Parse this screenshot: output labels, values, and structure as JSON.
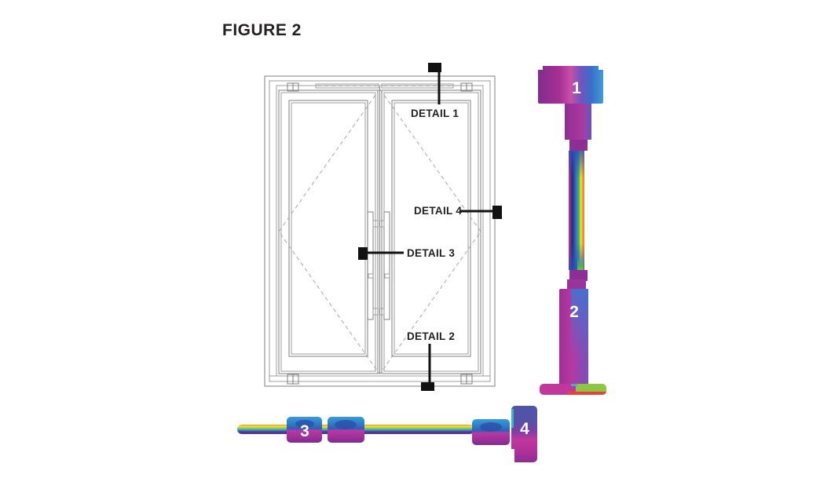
{
  "figure": {
    "title": "FIGURE 2"
  },
  "door_elevation": {
    "description": "Double glazed entrance door elevation with detail callouts",
    "callouts": [
      {
        "id": "detail-1",
        "label": "DETAIL 1",
        "location": "head / top frame"
      },
      {
        "id": "detail-2",
        "label": "DETAIL 2",
        "location": "sill / threshold"
      },
      {
        "id": "detail-3",
        "label": "DETAIL 3",
        "location": "meeting stiles"
      },
      {
        "id": "detail-4",
        "label": "DETAIL 4",
        "location": "side jamb"
      }
    ]
  },
  "thermal_sections": {
    "vertical_section": {
      "description": "Thermal simulation of vertical door section (head to sill)",
      "labels": [
        {
          "id": "section-1",
          "label": "1"
        },
        {
          "id": "section-2",
          "label": "2"
        }
      ]
    },
    "horizontal_section": {
      "description": "Thermal simulation of horizontal door section (meeting stiles to jamb)",
      "labels": [
        {
          "id": "section-3",
          "label": "3"
        },
        {
          "id": "section-4",
          "label": "4"
        }
      ]
    }
  },
  "palette": {
    "magenta": "#c2379b",
    "purple": "#8c2f95",
    "dark_purple": "#6b2d8b",
    "indigo": "#4f55a8",
    "blue": "#2f86ce",
    "light_blue": "#3f9bd8",
    "navy": "#2b4fa8",
    "cyan": "#3ab4c8",
    "green": "#8dc63f",
    "yellow": "#f2e23c",
    "orange": "#f59a2b",
    "red": "#e8403a",
    "line_gray": "#8a8a8a",
    "text_black": "#231f20",
    "white": "#ffffff"
  }
}
